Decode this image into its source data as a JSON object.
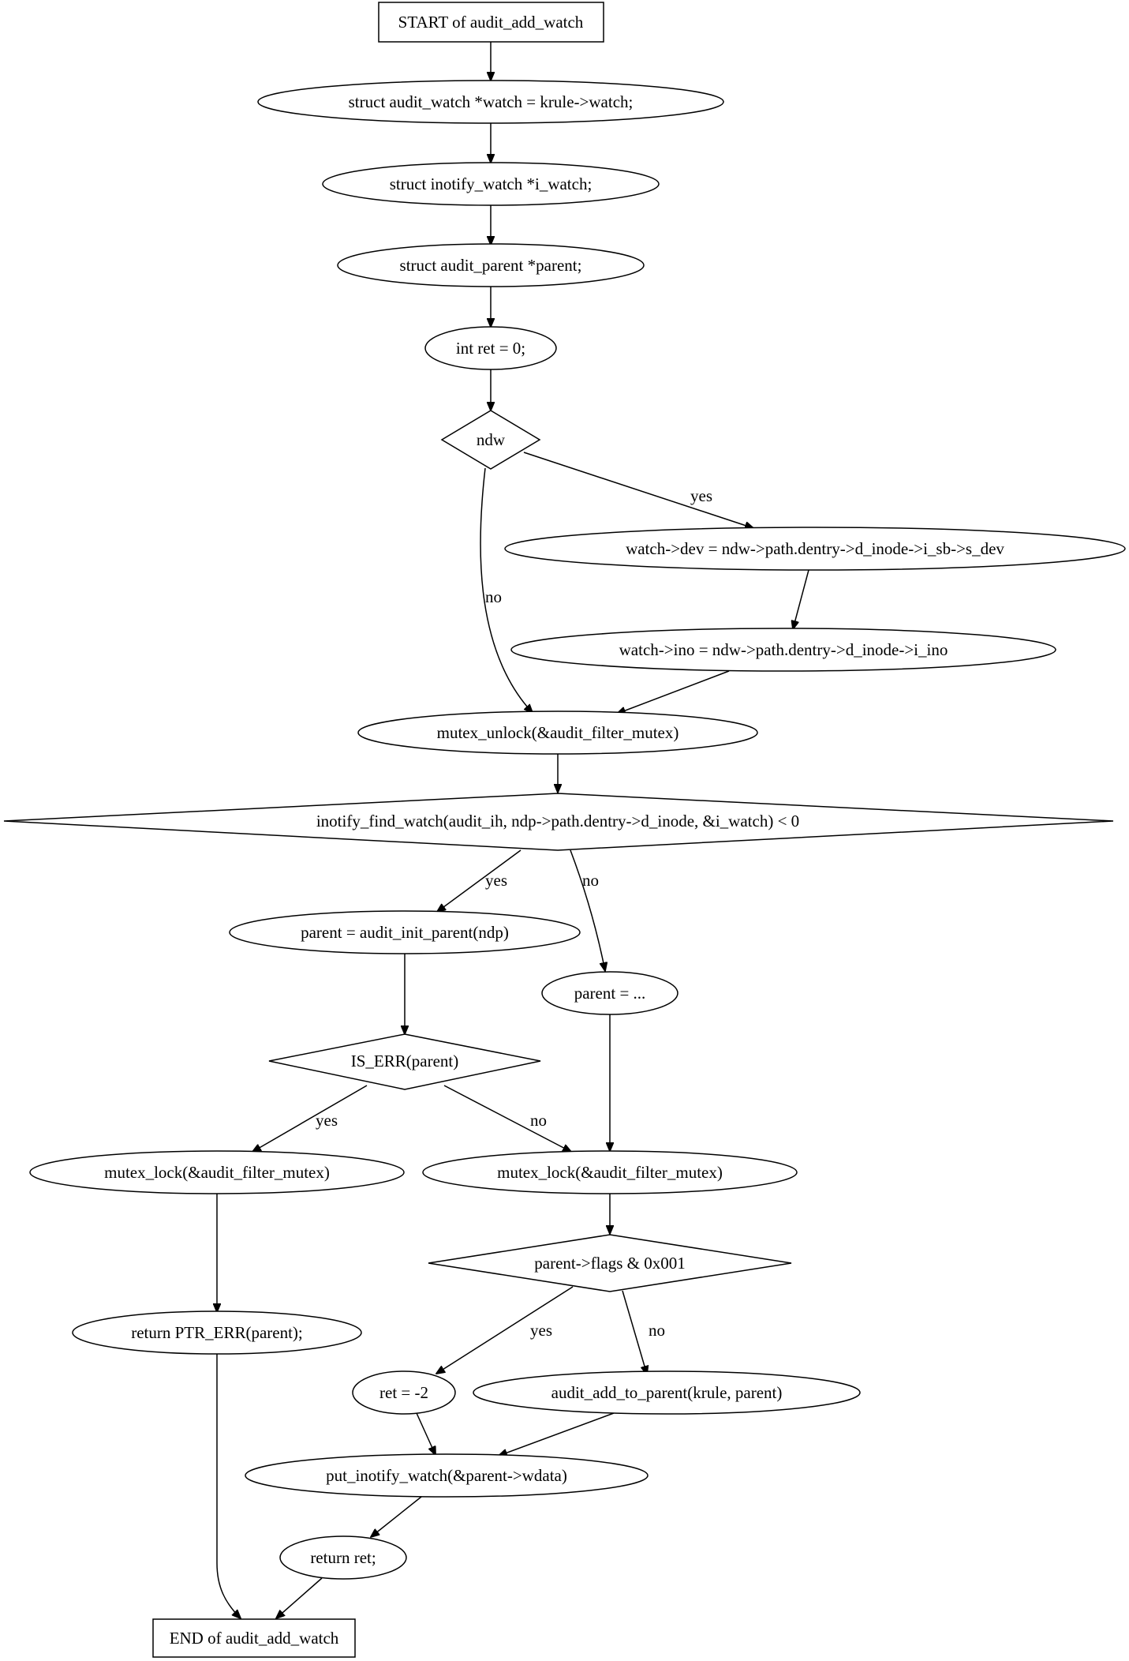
{
  "nodes": {
    "start": "START of audit_add_watch",
    "decl_watch": "struct audit_watch *watch = krule->watch;",
    "decl_iwatch": "struct inotify_watch *i_watch;",
    "decl_parent": "struct audit_parent *parent;",
    "decl_ret": "int ret = 0;",
    "cond_ndw": "ndw",
    "set_dev": "watch->dev = ndw->path.dentry->d_inode->i_sb->s_dev",
    "set_ino": "watch->ino = ndw->path.dentry->d_inode->i_ino",
    "unlock": "mutex_unlock(&audit_filter_mutex)",
    "cond_find": "inotify_find_watch(audit_ih, ndp->path.dentry->d_inode, &i_watch) < 0",
    "init_parent": "parent = audit_init_parent(ndp)",
    "parent_other": "parent = ...",
    "cond_iserr": "IS_ERR(parent)",
    "lock_left": "mutex_lock(&audit_filter_mutex)",
    "lock_right": "mutex_lock(&audit_filter_mutex)",
    "cond_flags": "parent->flags & 0x001",
    "return_err": "return PTR_ERR(parent);",
    "ret_neg2": "ret = -2",
    "add_to_parent": "audit_add_to_parent(krule, parent)",
    "put_watch": "put_inotify_watch(&parent->wdata)",
    "return_ret": "return ret;",
    "end": "END of audit_add_watch"
  },
  "edge_labels": {
    "ndw_yes": "yes",
    "ndw_no": "no",
    "find_yes": "yes",
    "find_no": "no",
    "iserr_yes": "yes",
    "iserr_no": "no",
    "flags_yes": "yes",
    "flags_no": "no"
  },
  "colors": {
    "unlock_fill": "#ffff00",
    "lock_fill": "#add8e6"
  }
}
